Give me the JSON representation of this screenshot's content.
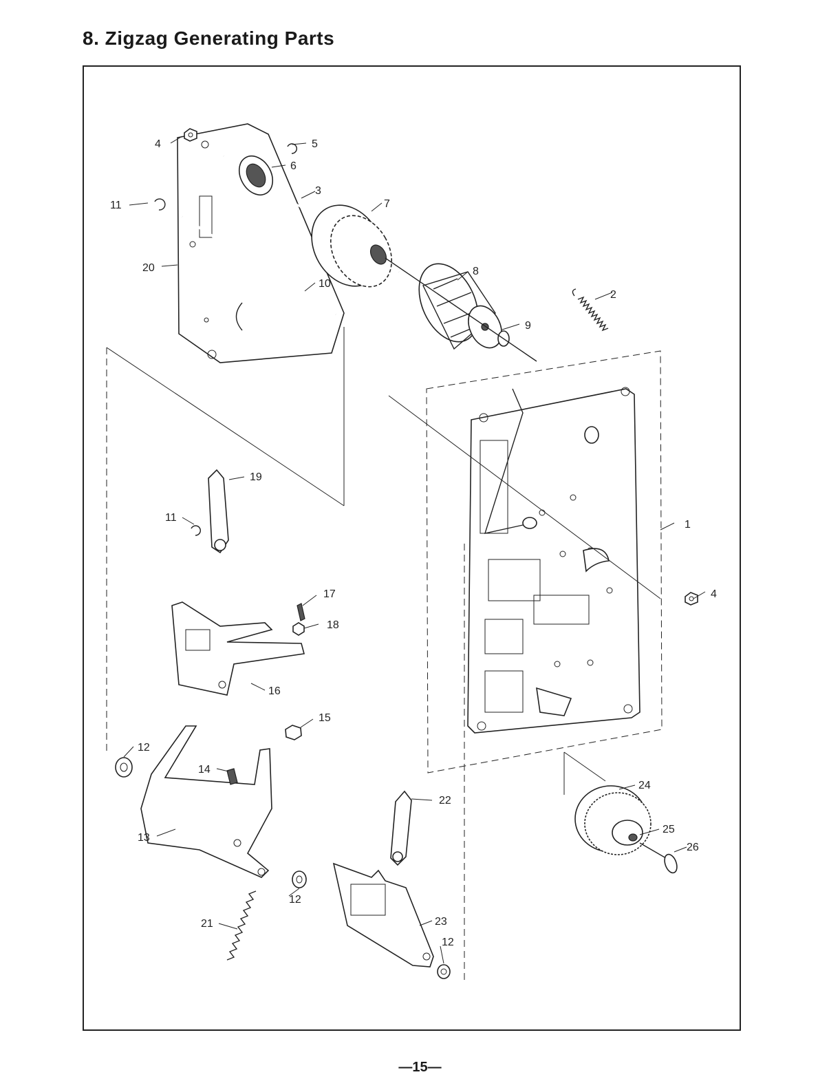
{
  "title": "8. Zigzag Generating Parts",
  "page_number": "—15—",
  "labels": {
    "p1": "1",
    "p2": "2",
    "p3": "3",
    "p4a": "4",
    "p4b": "4",
    "p5": "5",
    "p6": "6",
    "p7": "7",
    "p8": "8",
    "p9": "9",
    "p10": "10",
    "p11a": "11",
    "p11b": "11",
    "p12a": "12",
    "p12b": "12",
    "p12c": "12",
    "p13": "13",
    "p14": "14",
    "p15": "15",
    "p16": "16",
    "p17": "17",
    "p18": "18",
    "p19": "19",
    "p20": "20",
    "p21": "21",
    "p22": "22",
    "p23": "23",
    "p24": "24",
    "p25": "25",
    "p26": "26"
  }
}
